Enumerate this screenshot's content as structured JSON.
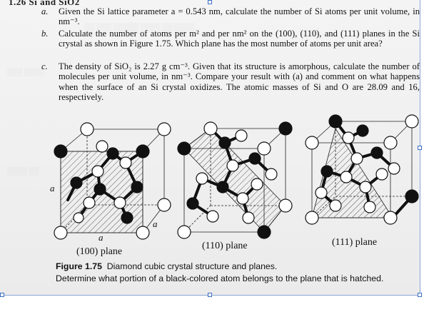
{
  "header": {
    "section": "1.26 Si and SiO2"
  },
  "questions": [
    {
      "letter": "a.",
      "text": "Given the Si lattice parameter a = 0.543 nm, calculate the number of Si atoms per unit volume, in nm⁻³."
    },
    {
      "letter": "b.",
      "text": "Calculate the number of atoms per m² and per nm² on the (100), (110), and (111) planes in the Si crystal as shown in Figure 1.75. Which plane has the most number of atoms per unit area?"
    },
    {
      "letter": "c.",
      "text": "The density of SiO₂ is 2.27 g cm⁻³. Given that its structure is amorphous, calculate the number of molecules per unit volume, in nm⁻³. Compare your result with (a) and comment on what happens when the surface of an Si crystal oxidizes. The atomic masses of Si and O are 28.09 and 16, respectively."
    }
  ],
  "figure": {
    "planes": [
      "(100) plane",
      "(110) plane",
      "(111) plane"
    ],
    "axis_label": "a",
    "caption_number": "Figure 1.75",
    "caption_title": "Diamond cubic crystal structure and planes.",
    "caption_line2": "Determine what portion of a black-colored atom belongs to the plane that is hatched."
  },
  "colors": {
    "page": "#f1f1f1",
    "ink": "#111111",
    "handle": "#3b6fc4"
  }
}
